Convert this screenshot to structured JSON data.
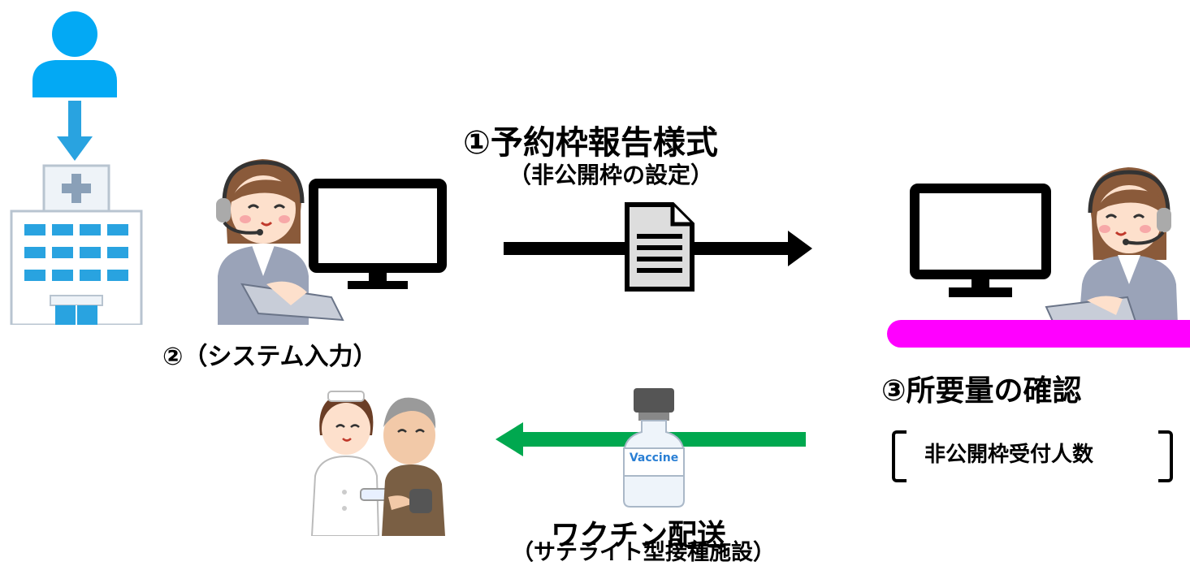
{
  "steps": {
    "step1_title": "①予約枠報告様式",
    "step1_sub": "（非公開枠の設定）",
    "step2": "②（システム入力）",
    "step3": "③所要量の確認",
    "step3_box": "非公開枠受付人数",
    "delivery_title": "ワクチン配送",
    "delivery_sub": "（サテライト型接種施設）"
  },
  "vial_label": "Vaccine",
  "colors": {
    "person_blue": "#03a9f4",
    "hospital_blue": "#29a3e0",
    "magenta_bar": "#ff00ff",
    "green_arrow": "#00a84f",
    "black": "#000000"
  },
  "icons": [
    "person-icon",
    "down-arrow-icon",
    "hospital-icon",
    "operator-icon",
    "monitor-icon",
    "document-icon",
    "vaccine-vial-icon",
    "nurse-patient-icon"
  ]
}
